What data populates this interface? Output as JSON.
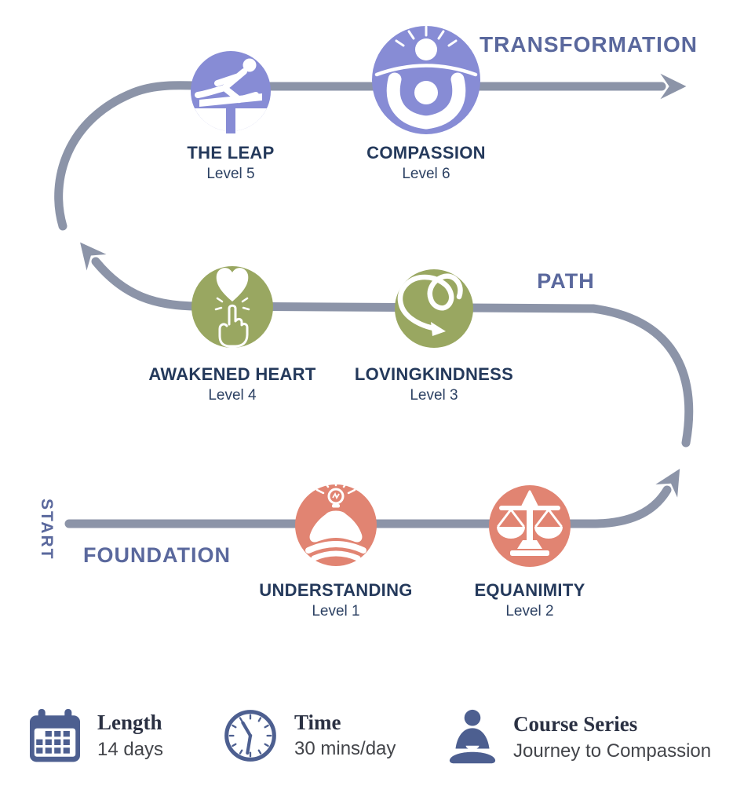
{
  "title": "Journey to Compassion course path",
  "stages": {
    "start": "START",
    "foundation": "FOUNDATION",
    "path": "PATH",
    "transformation": "TRANSFORMATION"
  },
  "levels": [
    {
      "title": "UNDERSTANDING",
      "level": "Level 1",
      "icon": "meditation-lightbulb-icon",
      "color": "#E18472"
    },
    {
      "title": "EQUANIMITY",
      "level": "Level 2",
      "icon": "balance-scales-icon",
      "color": "#E18472"
    },
    {
      "title": "LOVINGKINDNESS",
      "level": "Level 3",
      "icon": "looping-heart-arrow-icon",
      "color": "#99A761"
    },
    {
      "title": "AWAKENED HEART",
      "level": "Level 4",
      "icon": "hand-touching-heart-icon",
      "color": "#99A761"
    },
    {
      "title": "THE LEAP",
      "level": "Level 5",
      "icon": "hurdler-icon",
      "color": "#878CD5"
    },
    {
      "title": "COMPASSION",
      "level": "Level 6",
      "icon": "sunrise-open-arms-icon",
      "color": "#878CD5"
    }
  ],
  "footer": {
    "length": {
      "label": "Length",
      "value": "14 days",
      "icon": "calendar-icon"
    },
    "time": {
      "label": "Time",
      "value": "30 mins/day",
      "icon": "clock-icon"
    },
    "series": {
      "label": "Course Series",
      "value": "Journey to Compassion",
      "icon": "meditating-person-icon"
    }
  },
  "colors": {
    "path_line": "#8C94A8",
    "stage_label": "#5A689D",
    "level_label": "#24395B",
    "purple_node": "#878CD5",
    "green_node": "#99A761",
    "salmon_node": "#E18472",
    "footer_icon": "#4D5F90"
  }
}
